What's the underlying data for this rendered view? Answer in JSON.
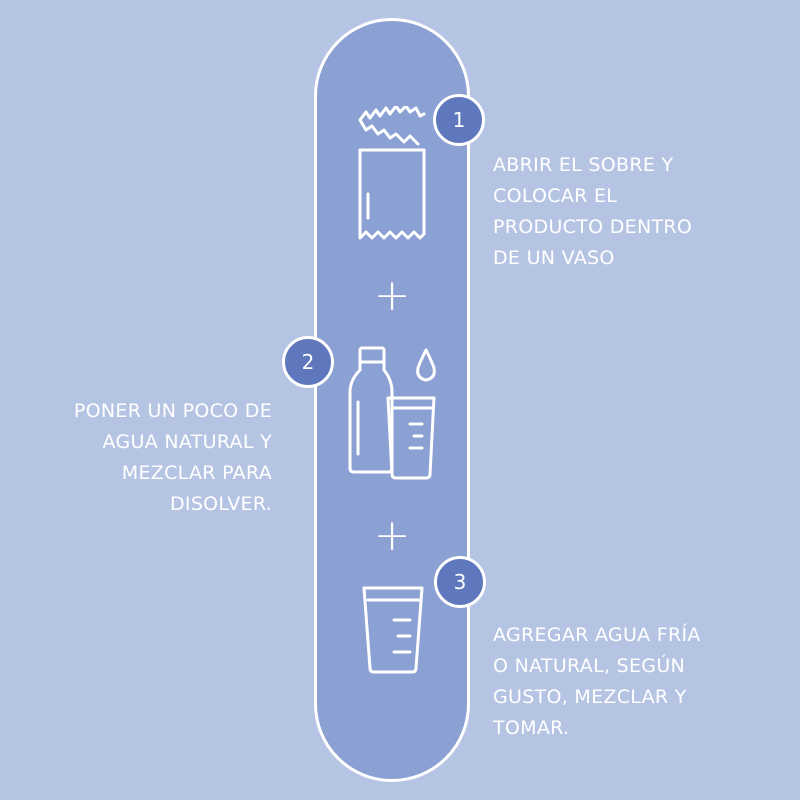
{
  "colors": {
    "background": "#b6c4e4",
    "pill": "#8ba0d3",
    "badge": "#5f78bd",
    "line": "#ffffff"
  },
  "steps": [
    {
      "number": "1",
      "icon": "sachet-icon",
      "text": "ABRIR EL SOBRE Y\nCOLOCAR EL\nPRODUCTO DENTRO\nDE UN VASO"
    },
    {
      "number": "2",
      "icon": "bottle-and-glass-icon",
      "text": "PONER UN POCO DE\nAGUA NATURAL Y\nMEZCLAR PARA\nDISOLVER."
    },
    {
      "number": "3",
      "icon": "measuring-glass-icon",
      "text": "AGREGAR AGUA FRÍA\nO NATURAL, SEGÚN\nGUSTO, MEZCLAR Y\nTOMAR."
    }
  ],
  "separator": "+"
}
